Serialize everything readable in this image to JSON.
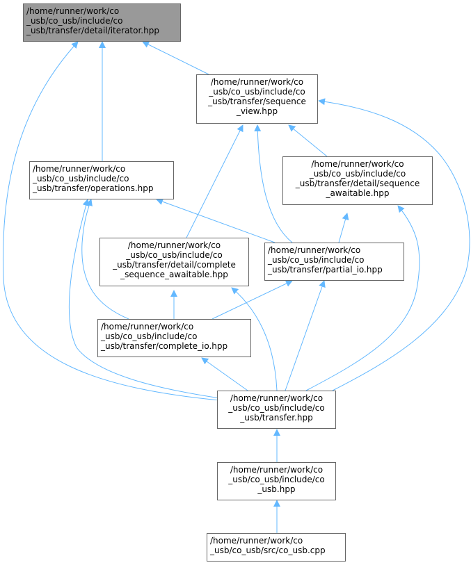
{
  "colors": {
    "edge": "#63b8ff",
    "node_border": "#666666",
    "root_fill": "#999999"
  },
  "nodes": {
    "iterator": {
      "lines": [
        "/home/runner/work/co",
        "_usb/co_usb/include/co",
        "_usb/transfer/detail/iterator.hpp"
      ]
    },
    "seqview": {
      "lines": [
        "/home/runner/work/co",
        "_usb/co_usb/include/co",
        "_usb/transfer/sequence",
        "_view.hpp"
      ]
    },
    "operations": {
      "lines": [
        "/home/runner/work/co",
        "_usb/co_usb/include/co",
        "_usb/transfer/operations.hpp"
      ]
    },
    "seqawait": {
      "lines": [
        "/home/runner/work/co",
        "_usb/co_usb/include/co",
        "_usb/transfer/detail/sequence",
        "_awaitable.hpp"
      ]
    },
    "compseq": {
      "lines": [
        "/home/runner/work/co",
        "_usb/co_usb/include/co",
        "_usb/transfer/detail/complete",
        "_sequence_awaitable.hpp"
      ]
    },
    "partial": {
      "lines": [
        "/home/runner/work/co",
        "_usb/co_usb/include/co",
        "_usb/transfer/partial_io.hpp"
      ]
    },
    "complete": {
      "lines": [
        "/home/runner/work/co",
        "_usb/co_usb/include/co",
        "_usb/transfer/complete_io.hpp"
      ]
    },
    "transfer": {
      "lines": [
        "/home/runner/work/co",
        "_usb/co_usb/include/co",
        "_usb/transfer.hpp"
      ]
    },
    "cousb": {
      "lines": [
        "/home/runner/work/co",
        "_usb/co_usb/include/co",
        "_usb.hpp"
      ]
    },
    "cousbcpp": {
      "lines": [
        "/home/runner/work/co",
        "_usb/co_usb/src/co_usb.cpp"
      ]
    }
  }
}
